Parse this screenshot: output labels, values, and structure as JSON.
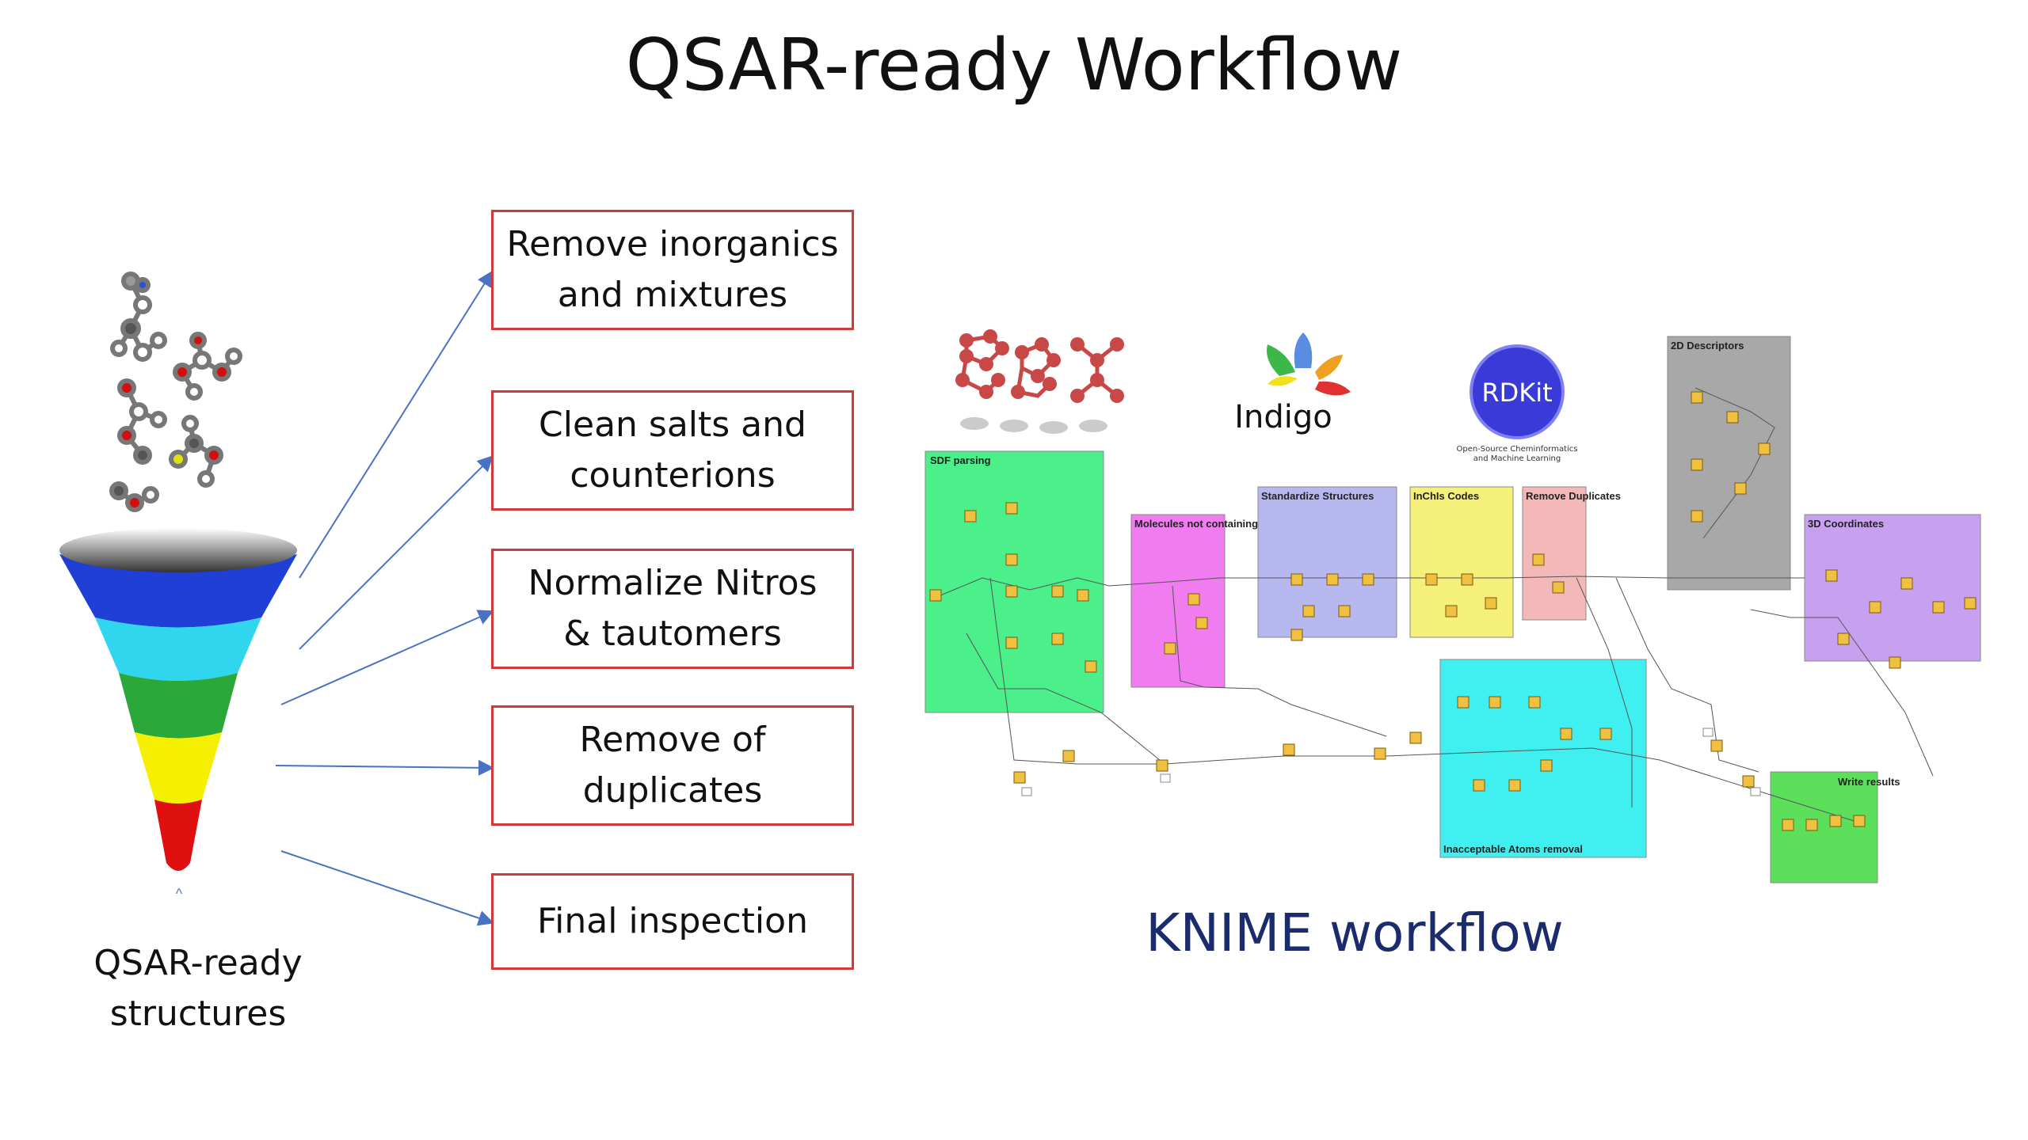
{
  "title": "QSAR-ready Workflow",
  "steps": [
    {
      "label": "Remove inorganics\nand mixtures"
    },
    {
      "label": "Clean salts and\ncounterions"
    },
    {
      "label": "Normalize Nitros\n& tautomers"
    },
    {
      "label": "Remove of\nduplicates"
    },
    {
      "label": "Final inspection"
    }
  ],
  "funnel": {
    "caption": "QSAR-ready\nstructures",
    "colors": [
      "#1f3fd6",
      "#2fd6ee",
      "#2aa83a",
      "#f4f000",
      "#e01010"
    ]
  },
  "knime": {
    "caption": "KNIME workflow",
    "logos": {
      "indigo": "Indigo",
      "rdkit": "RDKit",
      "rdkit_subtitle": "Open-Source Cheminformatics\nand Machine Learning"
    },
    "panels": [
      {
        "label": "SDF parsing",
        "color": "#4cf08a"
      },
      {
        "label": "Molecules not containing Carbons",
        "color": "#f07cf0"
      },
      {
        "label": "Standardize Structures",
        "color": "#b8b8f0"
      },
      {
        "label": "InChIs Codes",
        "color": "#f4f07a"
      },
      {
        "label": "Remove Duplicates",
        "color": "#f4b8b8"
      },
      {
        "label": "2D Descriptors",
        "color": "#a8a8a8"
      },
      {
        "label": "3D Coordinates",
        "color": "#c8a0f0"
      },
      {
        "label": "Inacceptable Atoms removal",
        "color": "#40f0f0"
      },
      {
        "label": "Write results",
        "color": "#5ce05c"
      }
    ]
  },
  "colors": {
    "box_border": "#d03a3a",
    "arrow": "#4a72c4",
    "knime_caption": "#1a2b6e"
  }
}
